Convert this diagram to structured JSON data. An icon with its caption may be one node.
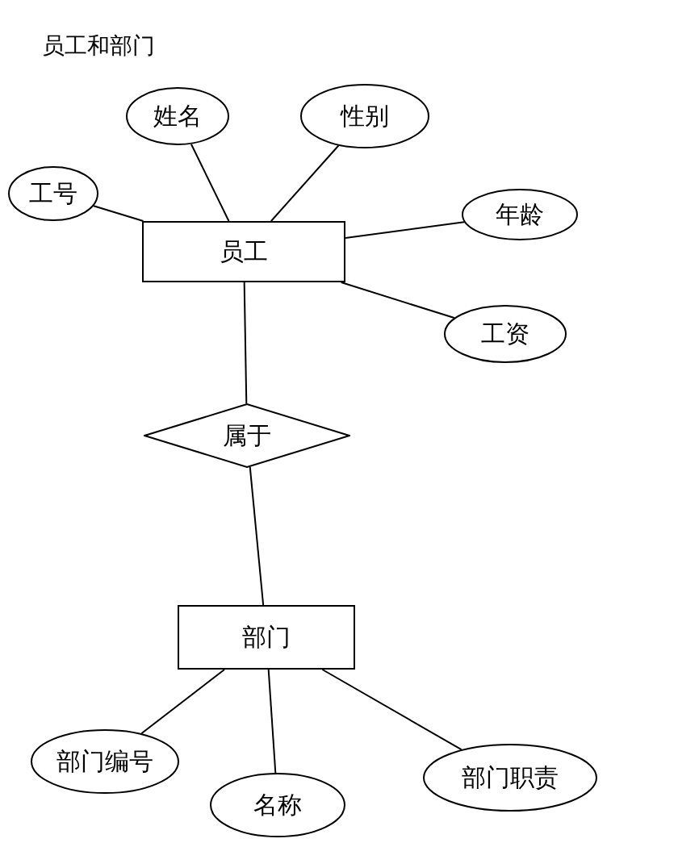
{
  "diagram": {
    "title": "员工和部门",
    "nodes": [
      {
        "text": [
          "员工"
        ]
      },
      {
        "text": [
          "工号"
        ]
      },
      {
        "text": [
          "姓名"
        ]
      },
      {
        "text": [
          "性别"
        ]
      },
      {
        "text": [
          "年龄"
        ]
      },
      {
        "text": [
          "工资"
        ]
      },
      {
        "text": [
          "属于"
        ]
      },
      {
        "text": [
          "部门"
        ]
      },
      {
        "text": [
          "部门编号"
        ]
      },
      {
        "text": [
          "名称"
        ]
      },
      {
        "text": [
          "部门职责"
        ]
      }
    ],
    "edges": [
      {
        "from": 1,
        "to": 0,
        "arrow": "none"
      },
      {
        "from": 2,
        "to": 0,
        "arrow": "none"
      },
      {
        "from": 3,
        "to": 0,
        "arrow": "none"
      },
      {
        "from": 4,
        "to": 0,
        "arrow": "none"
      },
      {
        "from": 5,
        "to": 0,
        "arrow": "none"
      },
      {
        "from": 0,
        "to": 6,
        "arrow": "none"
      },
      {
        "from": 6,
        "to": 7,
        "arrow": "none"
      },
      {
        "from": 7,
        "to": 8,
        "arrow": "none"
      },
      {
        "from": 7,
        "to": 9,
        "arrow": "none"
      },
      {
        "from": 7,
        "to": 10,
        "arrow": "none"
      }
    ]
  }
}
